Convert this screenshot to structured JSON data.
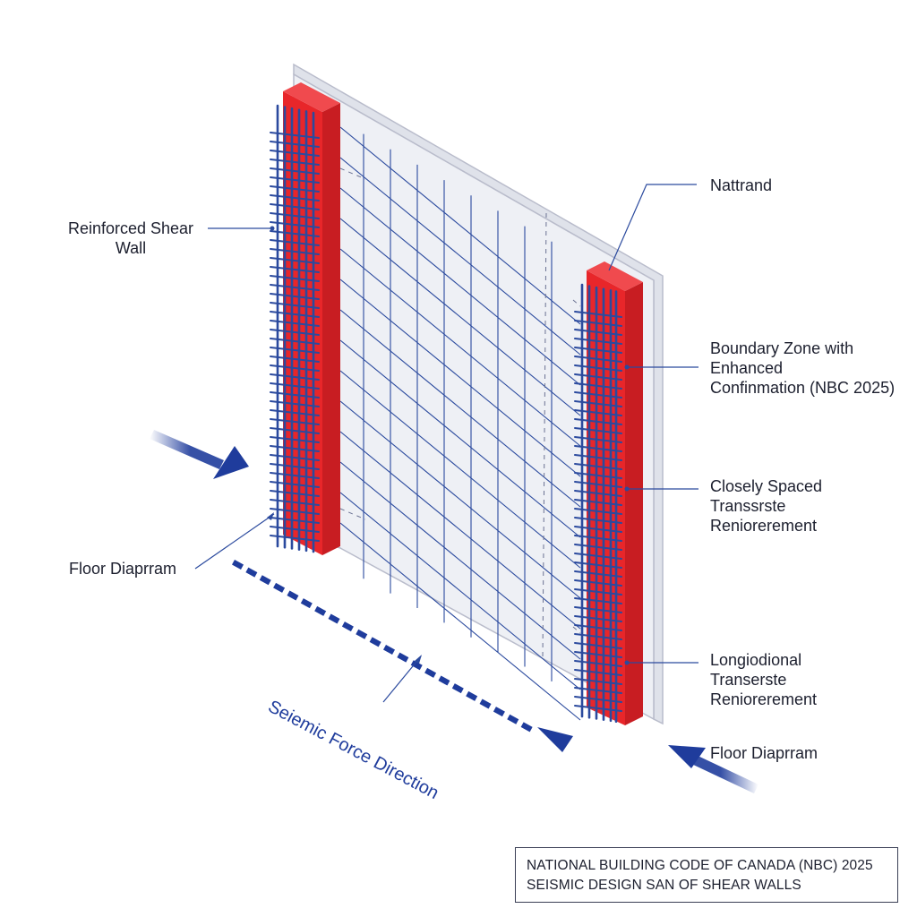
{
  "labels": {
    "reinforced_shear_wall": [
      "Reinforced Shear",
      "Wall"
    ],
    "natural_strand": "Nattrand",
    "boundary_zone": [
      "Boundary Zone with",
      "Enhanced",
      "Confinmation (NBC 2025)"
    ],
    "closely_spaced": [
      "Closely Spaced",
      "Transsrste",
      "Reniorerement"
    ],
    "longitudinal": [
      "Longiodional",
      "Transerste",
      "Reniorerement"
    ],
    "floor_diaphragm_left": "Floor Diaprram",
    "floor_diaphragm_right": "Floor Diaprram",
    "seismic_force_direction": "Seiemic Force Direction"
  },
  "title_block": {
    "line1": "NATIONAL BUILDING CODE OF CANADA (NBC) 2025",
    "line2": "SEISMIC DESIGN SAN OF SHEAR WALLS"
  },
  "colors": {
    "wall_face": "#eef0f5",
    "wall_edge": "#b9bccb",
    "boundary_red": "#e8262a",
    "rebar_blue": "#2b4a9e",
    "arrow_blue": "#1f3c9c",
    "leader_line": "#2b4a9e",
    "text": "#1c1f2e"
  }
}
